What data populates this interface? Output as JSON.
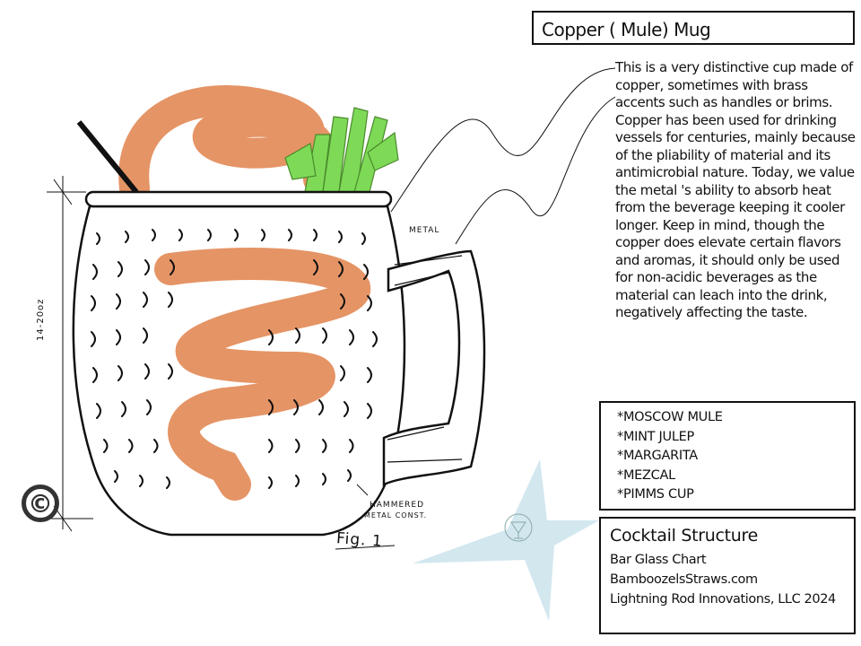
{
  "title": "Copper ( Mule) Mug",
  "description": "This is a very distinctive cup made of copper,  sometimes with brass accents such as handles or brims.  Copper has been used for drinking vessels for centuries, mainly because of the pliability of material and its antimicrobial nature.  Today, we value the metal 's ability to absorb heat from the beverage keeping it cooler longer.  Keep in mind, though the copper does elevate certain flavors and aromas, it should only be used for non-acidic beverages as the material can leach into the drink, negatively affecting the taste.",
  "cocktails": [
    "*MOSCOW MULE",
    "*MINT JULEP",
    "*MARGARITA",
    "*MEZCAL",
    "*PIMMS CUP"
  ],
  "credits": {
    "heading": "Cocktail Structure",
    "lines": [
      "Bar Glass Chart",
      "BamboozelsStraws.com",
      "Lightning Rod Innovations, LLC 2024"
    ]
  },
  "sketch_labels": {
    "metal": "METAL",
    "hammered_1": "HAMMERED",
    "hammered_2": "METAL CONST.",
    "dimension": "14-20oz",
    "figure": "Fig. 1",
    "copyright": "©"
  },
  "colors": {
    "copper": "#e0814a",
    "mint": "#7ed957",
    "star": "#d3e7ef",
    "ink": "#111111"
  }
}
